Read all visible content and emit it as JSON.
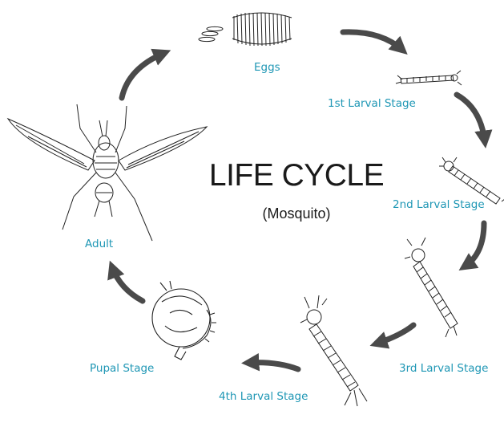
{
  "title": "LIFE CYCLE",
  "subtitle": "(Mosquito)",
  "colors": {
    "label": "#1f97b5",
    "arrow": "#4a4a4a",
    "ink": "#222222"
  },
  "stages": [
    {
      "id": "eggs",
      "label": "Eggs"
    },
    {
      "id": "larva1",
      "label": "1st Larval Stage"
    },
    {
      "id": "larva2",
      "label": "2nd Larval Stage"
    },
    {
      "id": "larva3",
      "label": "3rd Larval Stage"
    },
    {
      "id": "larva4",
      "label": "4th Larval Stage"
    },
    {
      "id": "pupa",
      "label": "Pupal Stage"
    },
    {
      "id": "adult",
      "label": "Adult"
    }
  ]
}
